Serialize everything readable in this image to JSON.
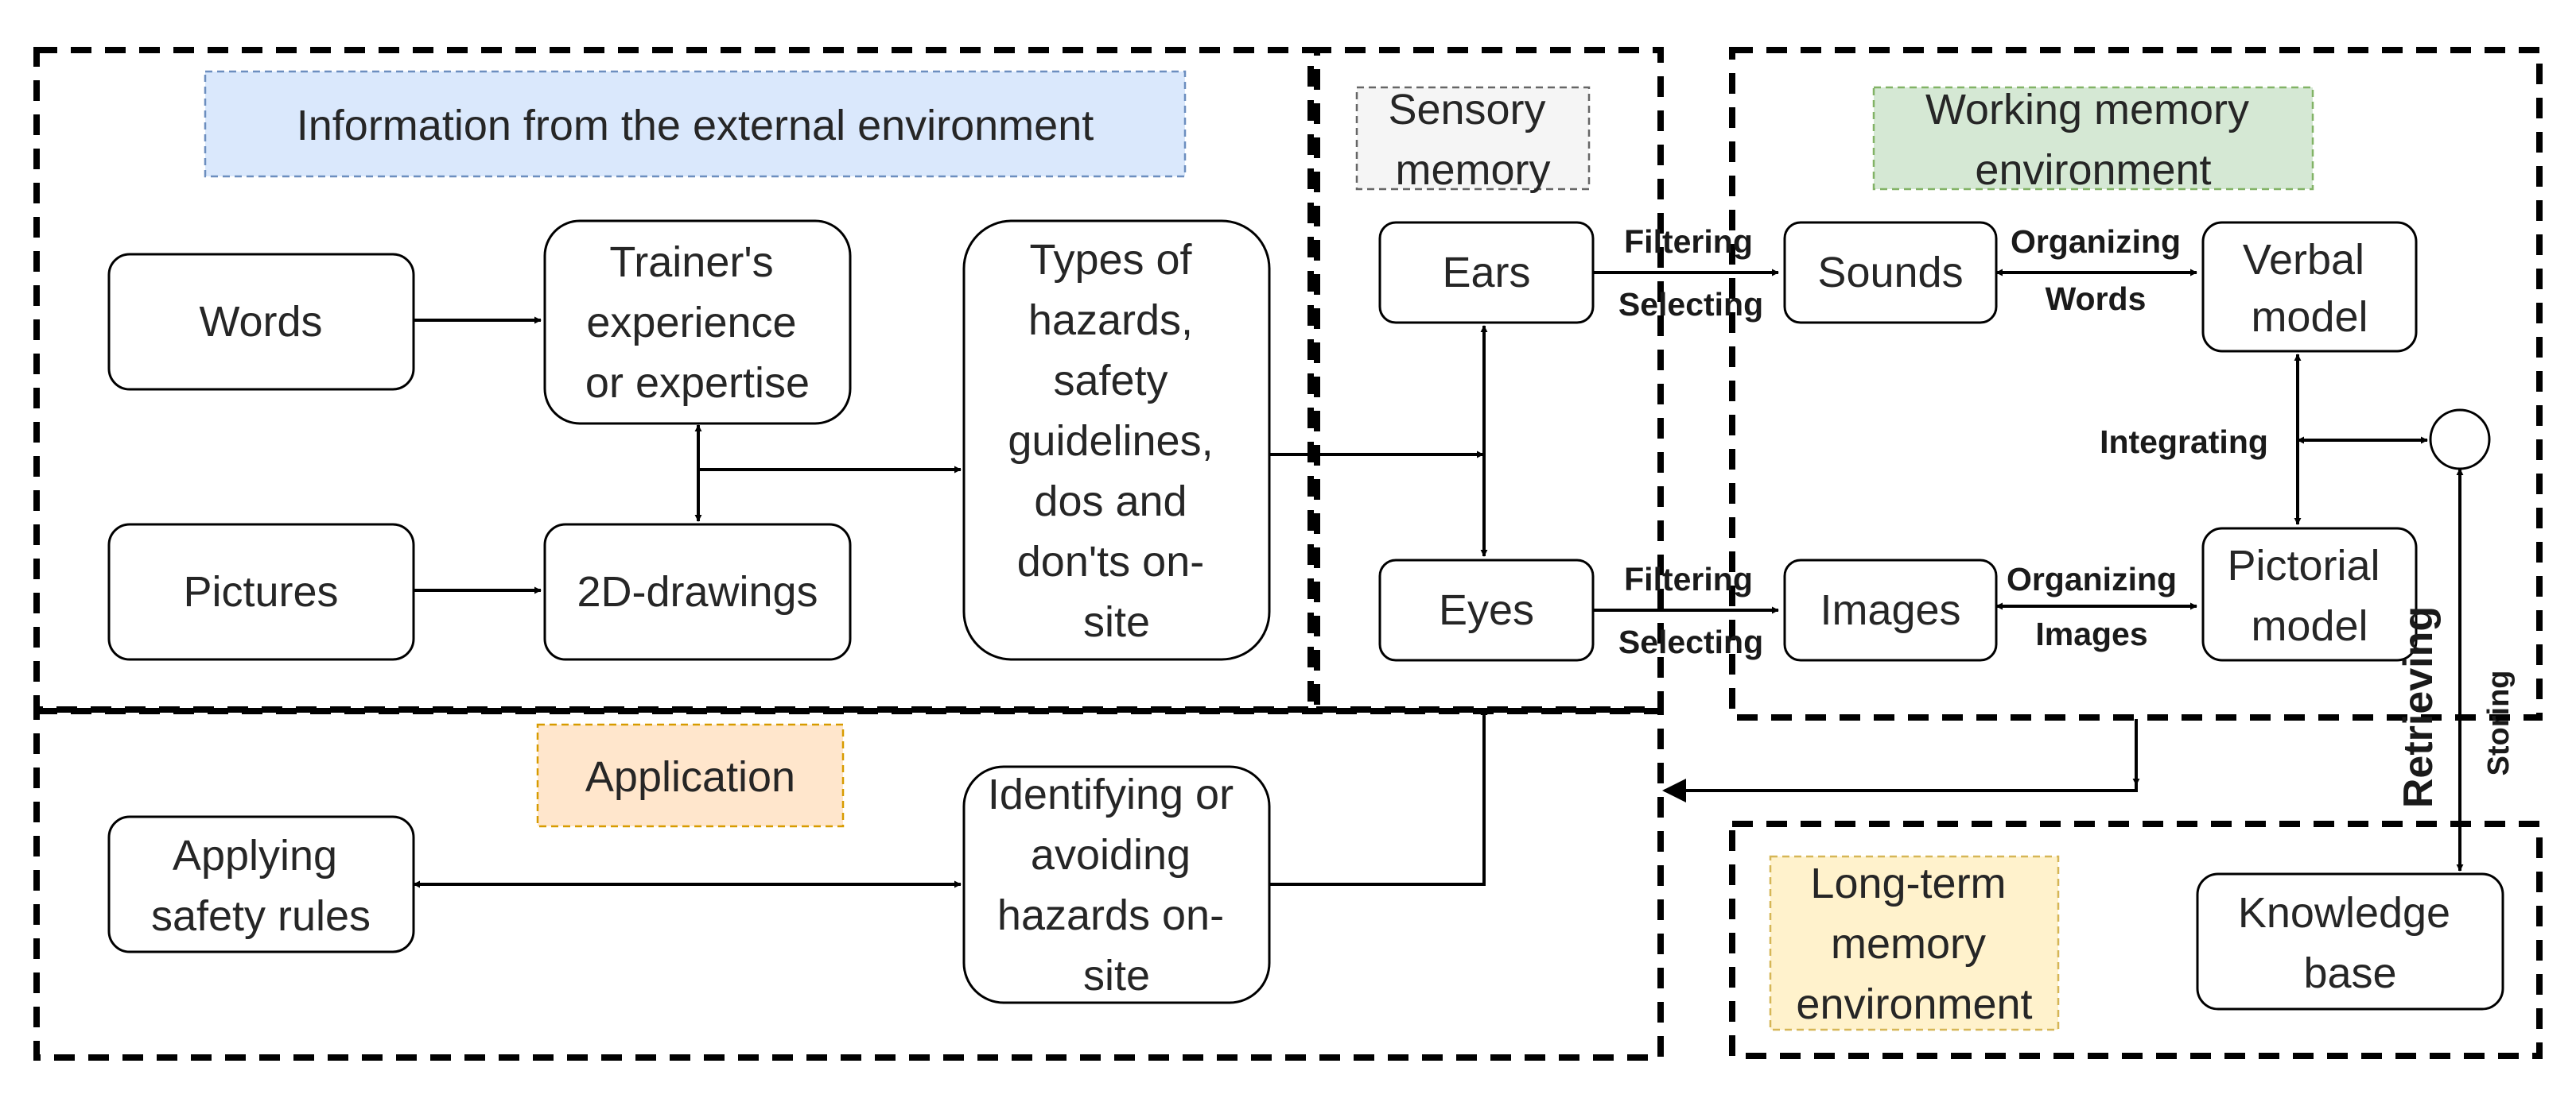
{
  "regions": {
    "external": {
      "label": "Information from the external environment",
      "fill": "#dae8fc",
      "stroke": "#6c8ebf"
    },
    "sensory": {
      "label": [
        "Sensory",
        "memory"
      ],
      "fill": "#f5f5f5",
      "stroke": "#666666"
    },
    "working": {
      "label": [
        "Working memory",
        "environment"
      ],
      "fill": "#d5e8d4",
      "stroke": "#82b366"
    },
    "application": {
      "label": "Application",
      "fill": "#ffe6cc",
      "stroke": "#d79b00"
    },
    "longterm": {
      "label": [
        "Long-term",
        "memory",
        "environment"
      ],
      "fill": "#fff2cc",
      "stroke": "#d6b656"
    }
  },
  "nodes": {
    "words": [
      "Words"
    ],
    "pictures": [
      "Pictures"
    ],
    "trainer": [
      "Trainer's",
      "experience",
      "or expertise"
    ],
    "drawings": [
      "2D-drawings"
    ],
    "hazards": [
      "Types of",
      "hazards,",
      "safety",
      "guidelines,",
      "dos and",
      "don'ts on-",
      "site"
    ],
    "ears": [
      "Ears"
    ],
    "eyes": [
      "Eyes"
    ],
    "sounds": [
      "Sounds"
    ],
    "images": [
      "Images"
    ],
    "verbal": [
      "Verbal",
      "model"
    ],
    "pictorial": [
      "Pictorial",
      "model"
    ],
    "applying": [
      "Applying",
      "safety rules"
    ],
    "identifying": [
      "Identifying or",
      "avoiding",
      "hazards on-",
      "site"
    ],
    "knowledge": [
      "Knowledge",
      "base"
    ]
  },
  "edge_labels": {
    "filtering_top": "Filtering",
    "selecting_top": "Selecting",
    "filtering_bottom": "Filtering",
    "selecting_bottom": "Selecting",
    "organizing_top": "Organizing",
    "organizing_words": "Words",
    "organizing_bottom": "Organizing",
    "organizing_images": "Images",
    "integrating": "Integrating",
    "retrieving": "Retrieving",
    "storing": "Storing"
  }
}
